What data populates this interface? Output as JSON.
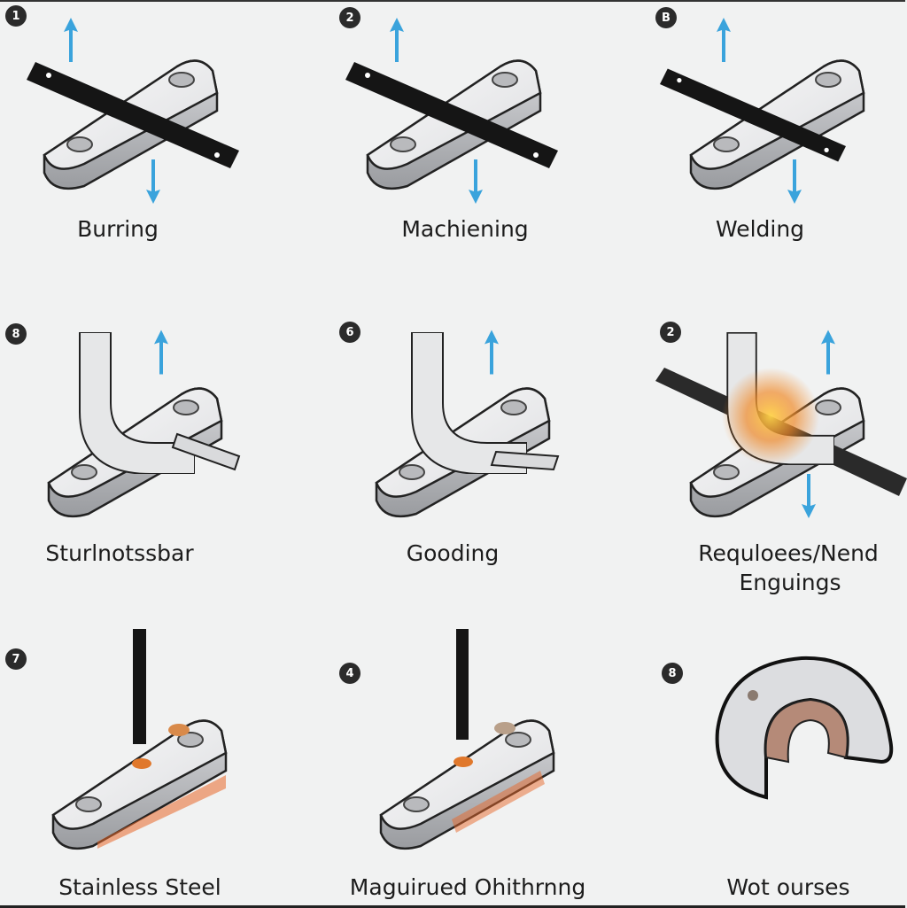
{
  "panels": [
    {
      "number": "1",
      "label": "Burring"
    },
    {
      "number": "2",
      "label": "Machiening"
    },
    {
      "number": "B",
      "label": "Welding"
    },
    {
      "number": "8",
      "label": "Sturlnotssbar"
    },
    {
      "number": "6",
      "label": "Gooding"
    },
    {
      "number": "2",
      "label": "Requloees/Nend",
      "label2": "Enguings"
    },
    {
      "number": "7",
      "label": "Stainless Steel"
    },
    {
      "number": "4",
      "label": "Maguirued Ohithrnng"
    },
    {
      "number": "8",
      "label": "Wot ourses"
    }
  ],
  "colors": {
    "arrow": "#3aa3dc",
    "strip": "#151515",
    "plate": "#e4e5e7",
    "heat": "#e8672a",
    "background": "#f1f2f2"
  }
}
